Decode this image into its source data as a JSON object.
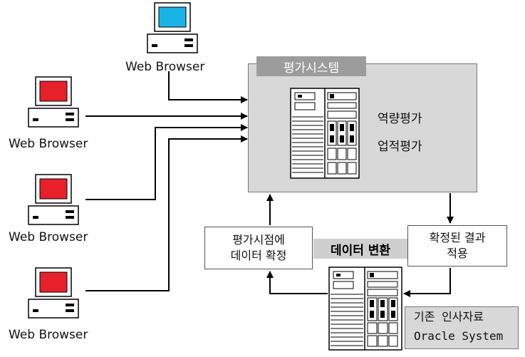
{
  "system": {
    "title": "평가시스템",
    "items": [
      "역량평가",
      "업적평가"
    ]
  },
  "clients": [
    {
      "label": "Web Browser",
      "screen_color": "#18b4e8"
    },
    {
      "label": "Web Browser",
      "screen_color": "#e8202a"
    },
    {
      "label": "Web Browser",
      "screen_color": "#e8202a"
    },
    {
      "label": "Web Browser",
      "screen_color": "#e8202a"
    }
  ],
  "flow": {
    "left_box": [
      "평가시점에",
      "데이터 확정"
    ],
    "conversion": "데이터 변환",
    "right_box": [
      "확정된 결과",
      "적용"
    ]
  },
  "legacy": {
    "lines": [
      "기존 인사자료",
      "Oracle System"
    ]
  },
  "colors": {
    "system_bg": "#d8d8d8",
    "system_title_bg": "#9c9c9c",
    "conversion_bg": "#cfcfcf"
  }
}
